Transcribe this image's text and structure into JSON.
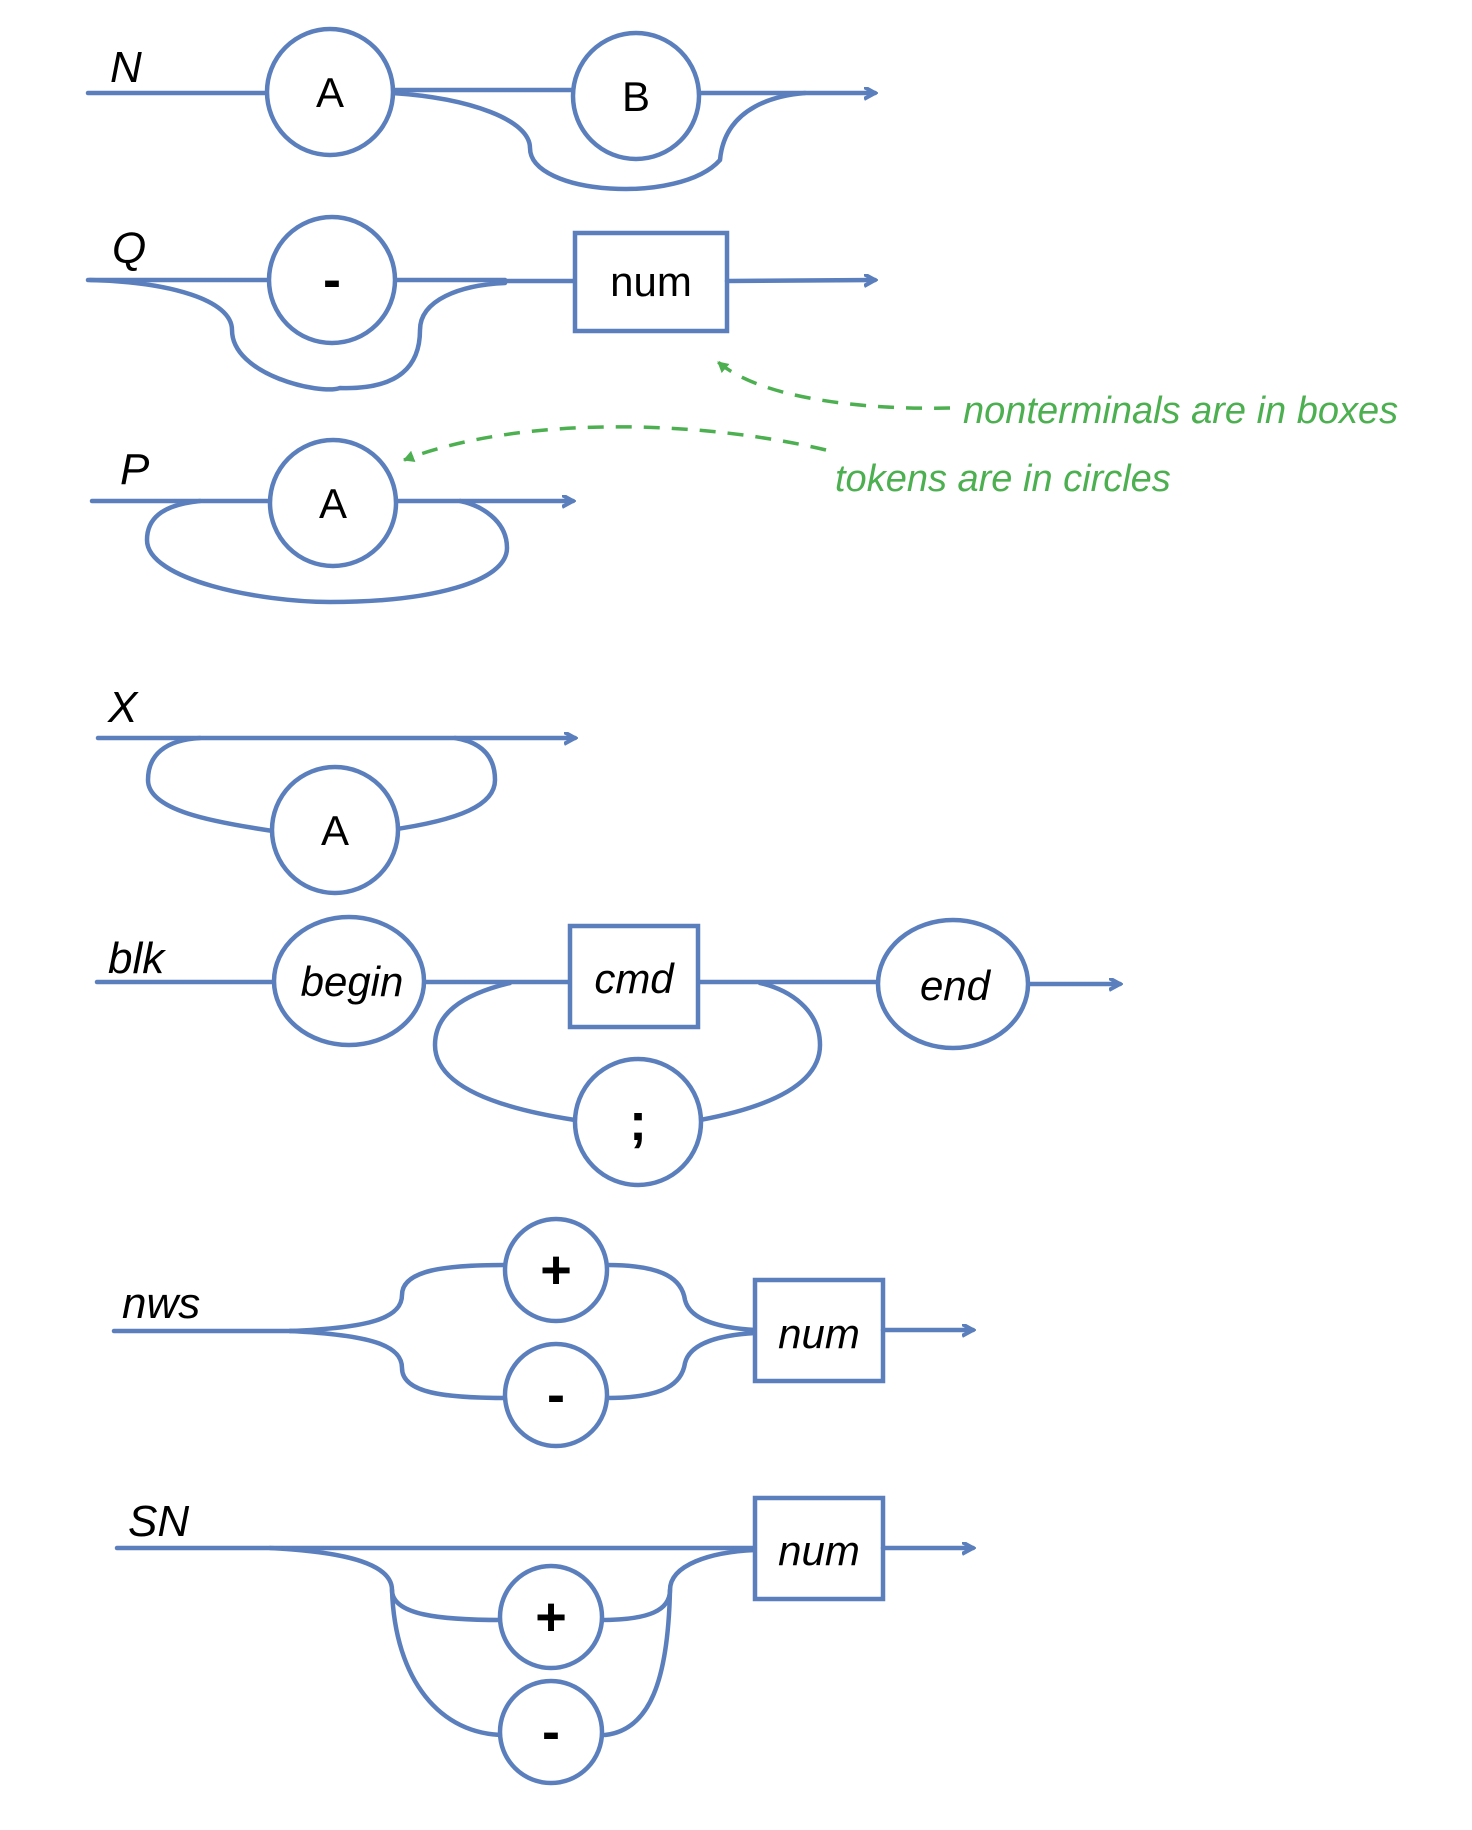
{
  "diagrams": {
    "n": {
      "name": "N",
      "tokens": [
        "A",
        "B"
      ]
    },
    "q": {
      "name": "Q",
      "token": "-",
      "nonterminal": "num"
    },
    "p": {
      "name": "P",
      "token": "A"
    },
    "x": {
      "name": "X",
      "token": "A"
    },
    "blk": {
      "name": "blk",
      "begin": "begin",
      "cmd": "cmd",
      "sep": ";",
      "end": "end"
    },
    "nws": {
      "name": "nws",
      "plus": "+",
      "minus": "-",
      "nonterminal": "num"
    },
    "sn": {
      "name": "SN",
      "plus": "+",
      "minus": "-",
      "nonterminal": "num"
    }
  },
  "annotations": {
    "boxes": "nonterminals are in boxes",
    "circles": "tokens are in circles"
  },
  "colors": {
    "line": "#5b7fbd",
    "annotation": "#4caf50"
  }
}
